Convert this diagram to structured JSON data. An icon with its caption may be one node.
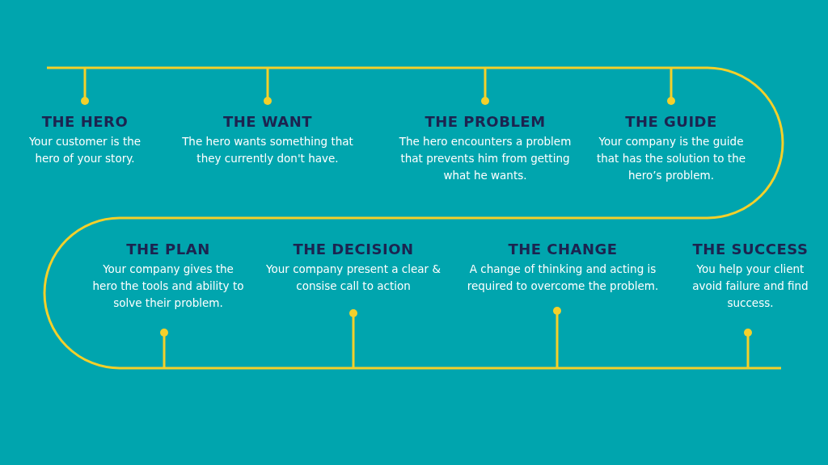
{
  "diagram": {
    "nodes": [
      {
        "text": [
          "THE HERO",
          "Your customer is the hero of your story."
        ]
      },
      {
        "text": [
          "THE WANT",
          "The hero wants something that they currently don't have."
        ]
      },
      {
        "text": [
          "THE PROBLEM",
          "The hero encounters a problem that prevents him from getting what he wants."
        ]
      },
      {
        "text": [
          "THE GUIDE",
          "Your company is the guide that has the solution to the hero’s problem."
        ]
      },
      {
        "text": [
          "THE PLAN",
          "Your company gives the hero the tools and ability to solve their problem."
        ]
      },
      {
        "text": [
          "THE DECISION",
          "Your company present a clear & consise call to action"
        ]
      },
      {
        "text": [
          "THE CHANGE",
          "A change of thinking and acting is required to overcome the problem."
        ]
      },
      {
        "text": [
          "THE SUCCESS",
          "You help your client avoid failure and find success."
        ]
      }
    ]
  }
}
